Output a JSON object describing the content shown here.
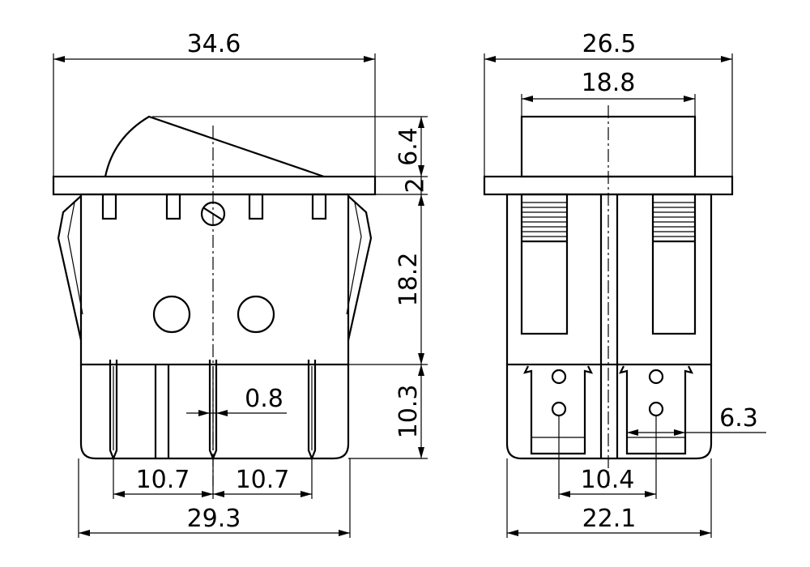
{
  "dimensions": {
    "front_width": "34.6",
    "rocker_height": "6.4",
    "flange_thickness": "2",
    "body_height": "18.2",
    "terminal_length": "10.3",
    "pin_width": "0.8",
    "pin_pitch_left": "10.7",
    "pin_pitch_right": "10.7",
    "base_width_front": "29.3",
    "side_width": "26.5",
    "rocker_width_side": "18.8",
    "terminal_tab_width": "6.3",
    "terminal_spacing": "10.4",
    "base_width_side": "22.1"
  }
}
